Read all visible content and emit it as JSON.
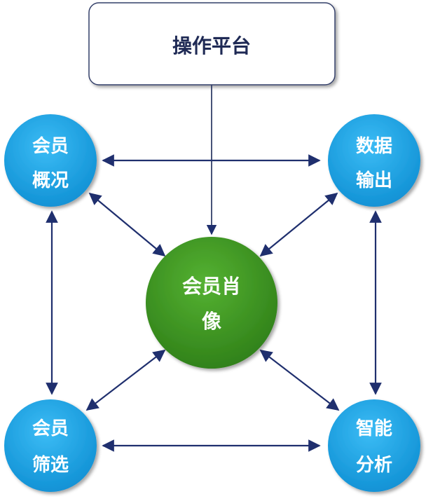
{
  "platform": {
    "label": "操作平台"
  },
  "center": {
    "line1": "会员肖",
    "line2": "像"
  },
  "nodes": {
    "overview": {
      "line1": "会员",
      "line2": "概况"
    },
    "export": {
      "line1": "数据",
      "line2": "输出"
    },
    "filter": {
      "line1": "会员",
      "line2": "筛选"
    },
    "analysis": {
      "line1": "智能",
      "line2": "分析"
    }
  },
  "colors": {
    "blue_node": "#1ea7e8",
    "green_node": "#3d9a23",
    "arrow": "#1f2f6e",
    "platform_border": "#34406a"
  }
}
